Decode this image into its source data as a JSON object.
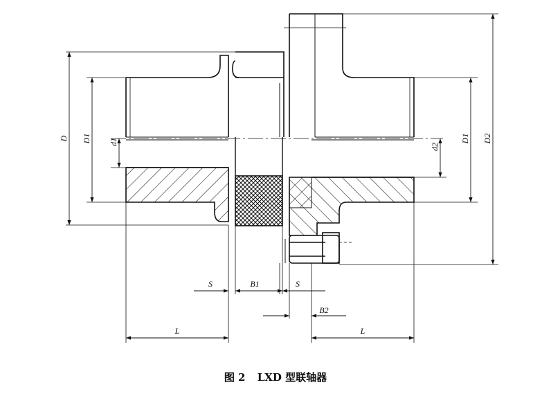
{
  "caption": {
    "figure_number": "图 2",
    "title": "LXD 型联轴器"
  },
  "labels": {
    "D": "D",
    "D1_left": "D1",
    "d1": "d1",
    "D1_right": "D1",
    "d2": "d2",
    "D2": "D2",
    "S_left": "S",
    "B1": "B1",
    "S_right": "S",
    "B2": "B2",
    "L_left": "L",
    "L_right": "L"
  }
}
